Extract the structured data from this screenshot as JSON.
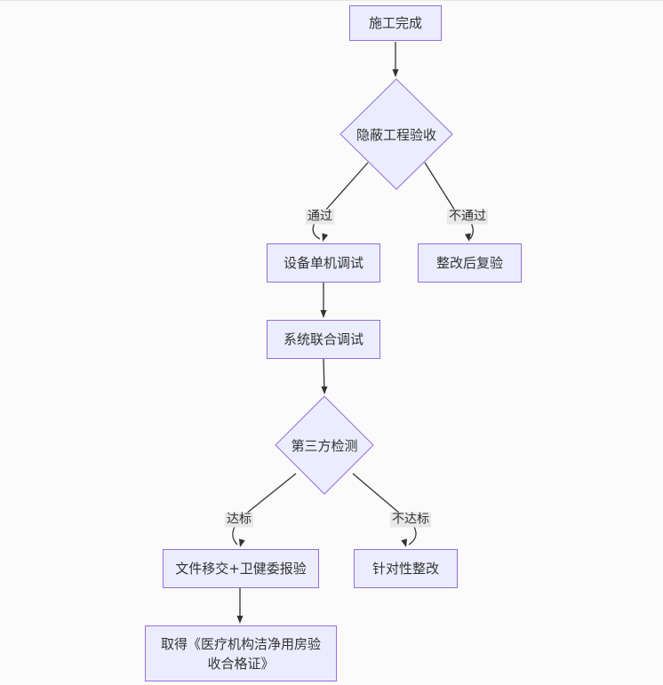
{
  "flowchart": {
    "nodes": [
      {
        "id": "construction-complete",
        "type": "process",
        "label": "施工完成"
      },
      {
        "id": "hidden-works-acceptance",
        "type": "decision",
        "label": "隐蔽工程验收"
      },
      {
        "id": "equipment-standalone-debugging",
        "type": "process",
        "label": "设备单机调试"
      },
      {
        "id": "recheck-after-rectification",
        "type": "process",
        "label": "整改后复验"
      },
      {
        "id": "system-joint-debugging",
        "type": "process",
        "label": "系统联合调试"
      },
      {
        "id": "third-party-testing",
        "type": "decision",
        "label": "第三方检测"
      },
      {
        "id": "document-handover-health-commission",
        "type": "process",
        "label": "文件移交+卫健委报验"
      },
      {
        "id": "targeted-rectification",
        "type": "process",
        "label": "针对性整改"
      },
      {
        "id": "certificate-obtained",
        "type": "process",
        "label": "取得《医疗机构洁净用房验收合格证》"
      }
    ],
    "edges": [
      {
        "from": "construction-complete",
        "to": "hidden-works-acceptance",
        "label": ""
      },
      {
        "from": "hidden-works-acceptance",
        "to": "equipment-standalone-debugging",
        "label": "通过"
      },
      {
        "from": "hidden-works-acceptance",
        "to": "recheck-after-rectification",
        "label": "不通过"
      },
      {
        "from": "equipment-standalone-debugging",
        "to": "system-joint-debugging",
        "label": ""
      },
      {
        "from": "system-joint-debugging",
        "to": "third-party-testing",
        "label": ""
      },
      {
        "from": "third-party-testing",
        "to": "document-handover-health-commission",
        "label": "达标"
      },
      {
        "from": "third-party-testing",
        "to": "targeted-rectification",
        "label": "不达标"
      },
      {
        "from": "document-handover-health-commission",
        "to": "certificate-obtained",
        "label": ""
      }
    ],
    "colors": {
      "node_fill": "#ECECFF",
      "node_border": "#9370DB",
      "edge_line": "#333333",
      "edge_label_bg": "#e8e8e8",
      "text": "#333333",
      "background": "#fbfbfb"
    }
  }
}
